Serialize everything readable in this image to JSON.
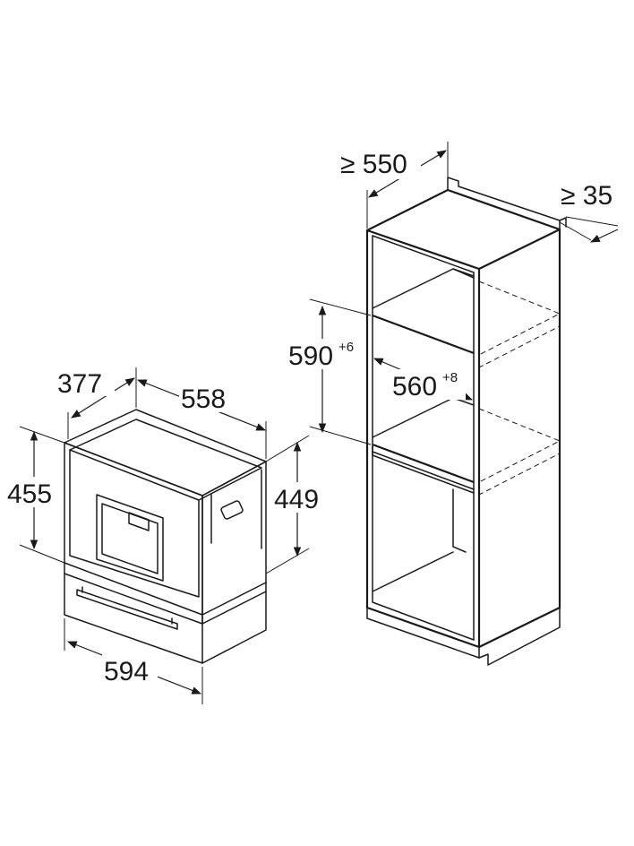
{
  "dimensions": {
    "appliance_depth": "377",
    "appliance_width_top": "558",
    "appliance_height_front": "455",
    "appliance_height_side": "449",
    "appliance_width_bottom": "594",
    "cabinet_depth": "≥ 550",
    "cabinet_gap": "≥ 35",
    "niche_height": "590",
    "niche_height_tolerance": "+6",
    "niche_width": "560",
    "niche_width_tolerance": "+8"
  }
}
